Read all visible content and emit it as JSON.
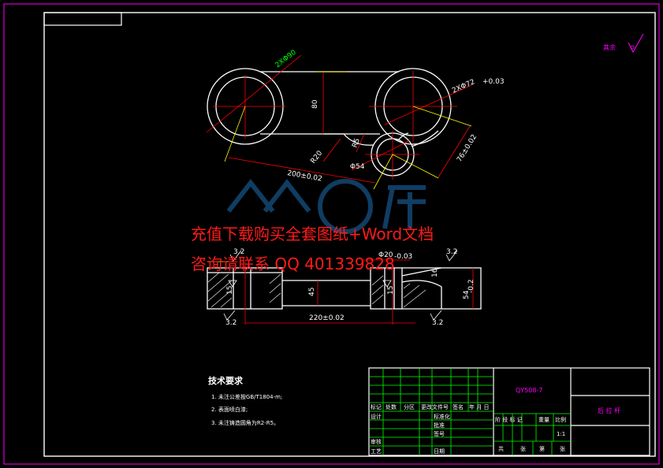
{
  "colors": {
    "background": "#000000",
    "frame": "#ff00ff",
    "outline": "#ffffff",
    "dimension": "#ff0000",
    "extension": "#ffff00",
    "table": "#00ff00",
    "watermark": "#ff1a1a",
    "logo": "#1e6fb3"
  },
  "roughness_note": "其余",
  "dimensions": {
    "d_2x90": "2XΦ90",
    "d_80": "80",
    "d_r20": "R20",
    "d_r5": "R5",
    "d_phi54": "Φ54",
    "d_200": "200±0.02",
    "d_2x72": "2XΦ72",
    "d_2x72_tol": "+0.03",
    "d_76": "76±0.02",
    "d_phi20": "Φ20",
    "d_phi20_tol": "-0.03",
    "d_45": "45",
    "d_54": "54",
    "d_54_tol": "-0.2",
    "d_220": "220±0.02",
    "d_15a": "15",
    "d_15b": "15",
    "d_16": "16",
    "r_32a": "3.2",
    "r_32b": "3.2",
    "r_32c": "3.2",
    "r_32d": "3.2"
  },
  "watermark": {
    "line1": "充值下载购买全套图纸+Word文档",
    "line2": "咨询请联系 QQ 401339828"
  },
  "tech": {
    "title": "技术要求",
    "items": [
      "1. 未注公差按GB/T1804-m;",
      "2. 表面喷白漆;",
      "3. 未注铸造圆角为R2-R5。"
    ]
  },
  "title_block": {
    "drawing_no": "QY508-7",
    "part_name": "后 拉 杆",
    "row_labels": [
      "标记",
      "处数",
      "分区",
      "更改文件号",
      "签名",
      "年 月 日"
    ],
    "left_labels": [
      "设计",
      "审核",
      "工艺"
    ],
    "mid_labels": [
      "标准化",
      "批准",
      "签号",
      "日期"
    ],
    "stage_labels": [
      "阶 段 标 记",
      "重量",
      "比例"
    ],
    "scale": "1:1",
    "sheet": [
      "共",
      "张",
      "第",
      "张"
    ]
  }
}
